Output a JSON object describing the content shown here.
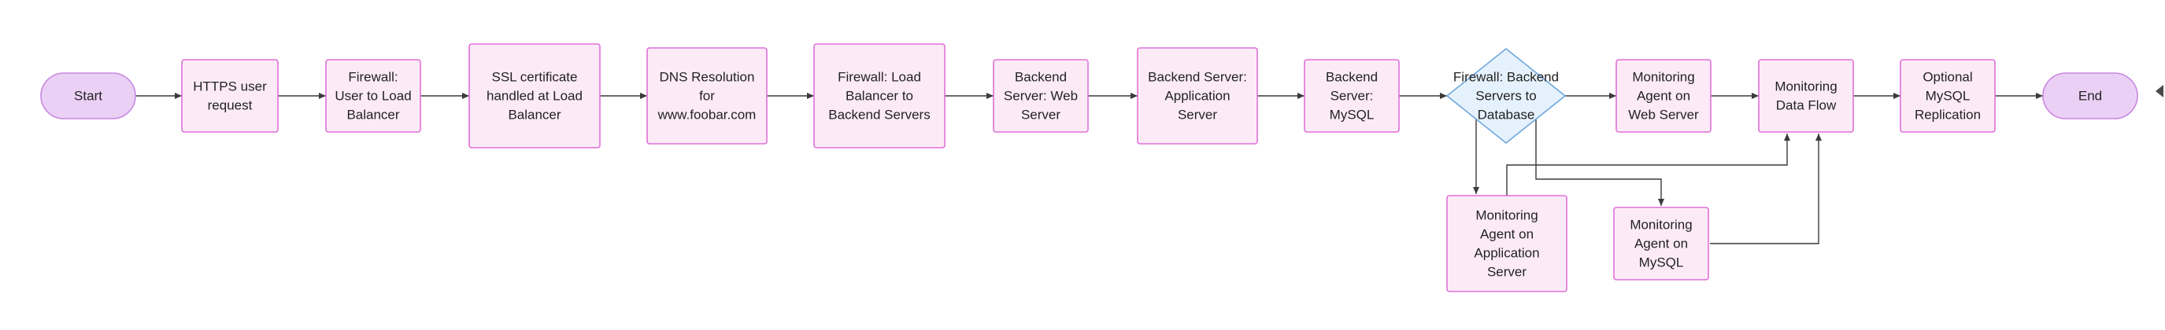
{
  "diagram": {
    "nodes": [
      {
        "id": "start",
        "shape": "terminal",
        "lines": [
          "Start"
        ]
      },
      {
        "id": "https",
        "shape": "rect",
        "lines": [
          "HTTPS user",
          "request"
        ]
      },
      {
        "id": "fw1",
        "shape": "rect",
        "lines": [
          "Firewall:",
          "User to Load",
          "Balancer"
        ]
      },
      {
        "id": "ssl",
        "shape": "rect",
        "lines": [
          "SSL certificate",
          "handled at Load",
          "Balancer"
        ]
      },
      {
        "id": "dns",
        "shape": "rect",
        "lines": [
          "DNS Resolution",
          "for",
          "www.foobar.com"
        ]
      },
      {
        "id": "fw2",
        "shape": "rect",
        "lines": [
          "Firewall: Load",
          "Balancer to",
          "Backend Servers"
        ]
      },
      {
        "id": "web",
        "shape": "rect",
        "lines": [
          "Backend",
          "Server: Web",
          "Server"
        ]
      },
      {
        "id": "app",
        "shape": "rect",
        "lines": [
          "Backend Server:",
          "Application",
          "Server"
        ]
      },
      {
        "id": "mysql",
        "shape": "rect",
        "lines": [
          "Backend",
          "Server:",
          "MySQL"
        ]
      },
      {
        "id": "fw3",
        "shape": "diamond",
        "lines": [
          "Firewall: Backend",
          "Servers to",
          "Database"
        ]
      },
      {
        "id": "monweb",
        "shape": "rect",
        "lines": [
          "Monitoring",
          "Agent on",
          "Web Server"
        ]
      },
      {
        "id": "monflow",
        "shape": "rect",
        "lines": [
          "Monitoring",
          "Data Flow"
        ]
      },
      {
        "id": "repl",
        "shape": "rect",
        "lines": [
          "Optional",
          "MySQL",
          "Replication"
        ]
      },
      {
        "id": "end",
        "shape": "terminal",
        "lines": [
          "End"
        ]
      },
      {
        "id": "monapp",
        "shape": "rect",
        "lines": [
          "Monitoring",
          "Agent on",
          "Application",
          "Server"
        ]
      },
      {
        "id": "monmysql",
        "shape": "rect",
        "lines": [
          "Monitoring",
          "Agent on",
          "MySQL"
        ]
      }
    ],
    "edges": [
      {
        "from": "start",
        "to": "https"
      },
      {
        "from": "https",
        "to": "fw1"
      },
      {
        "from": "fw1",
        "to": "ssl"
      },
      {
        "from": "ssl",
        "to": "dns"
      },
      {
        "from": "dns",
        "to": "fw2"
      },
      {
        "from": "fw2",
        "to": "web"
      },
      {
        "from": "web",
        "to": "app"
      },
      {
        "from": "app",
        "to": "mysql"
      },
      {
        "from": "mysql",
        "to": "fw3"
      },
      {
        "from": "fw3",
        "to": "monweb"
      },
      {
        "from": "monweb",
        "to": "monflow"
      },
      {
        "from": "monflow",
        "to": "repl"
      },
      {
        "from": "repl",
        "to": "end"
      },
      {
        "from": "fw3",
        "to": "monapp"
      },
      {
        "from": "fw3",
        "to": "monmysql"
      },
      {
        "from": "monapp",
        "to": "monflow"
      },
      {
        "from": "monmysql",
        "to": "monflow"
      }
    ],
    "colors": {
      "node_fill": "#fcebf7",
      "node_stroke": "#e070d8",
      "terminal_fill": "#ebd0f5",
      "terminal_stroke": "#c888e0",
      "decision_fill": "#e5f1fc",
      "decision_stroke": "#6fa6dc",
      "edge": "#3a3a3a"
    }
  }
}
